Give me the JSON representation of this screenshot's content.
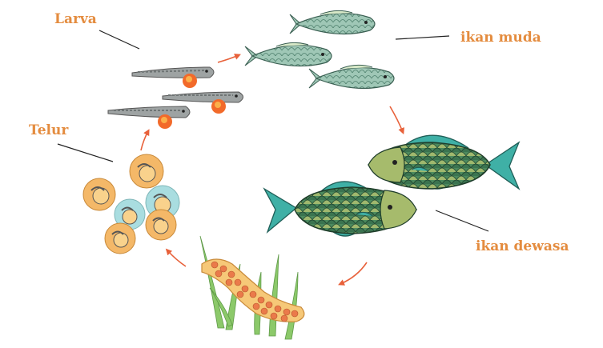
{
  "labels": {
    "larva": "Larva",
    "telur": "Telur",
    "ikan_muda": "ikan muda",
    "ikan_dewasa": "ikan dewasa"
  },
  "colors": {
    "label": "#e48c3f",
    "arrow": "#e8613a",
    "leader_line": "#222222",
    "larva_body": "#9ea3a3",
    "yolk": "#f26a2a",
    "egg_orange": "#f4b868",
    "egg_blue": "#a9dde0",
    "juvenile_body": "#9fc7b6",
    "adult_scale_dark": "#3e7a52",
    "adult_scale_light": "#9fb86e",
    "adult_fin": "#3fb0a6",
    "spawn_ribbon": "#f6c878",
    "spawn_egg": "#ea7a4a",
    "grass": "#8cc96a"
  },
  "icons": [
    "larva-icon",
    "egg-icon",
    "juvenile-fish-icon",
    "adult-fish-icon",
    "spawn-eggs-on-grass-icon",
    "cycle-arrow-icon"
  ]
}
